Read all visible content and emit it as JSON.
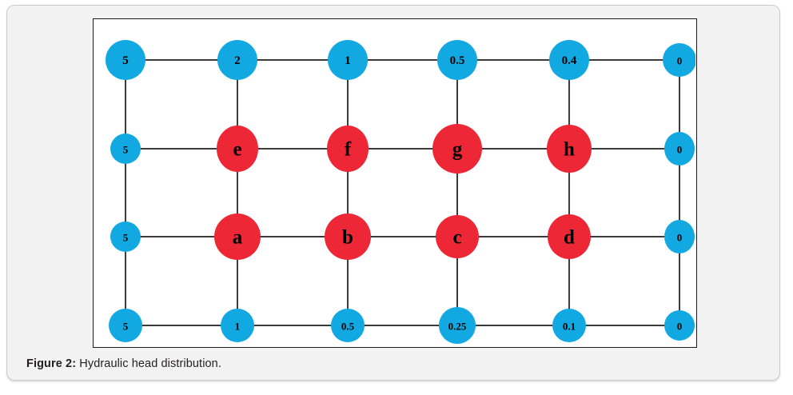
{
  "figure": {
    "caption_label": "Figure 2:",
    "caption_text": " Hydraulic head distribution."
  },
  "colors": {
    "blue_node": "#12a9e2",
    "red_node": "#ee2737",
    "edge": "#3b3b3b",
    "frame_border": "#1a1a1a",
    "card_background": "#f2f2f2",
    "plot_background": "#ffffff",
    "label_text": "#000000"
  },
  "diagram": {
    "type": "grid-network",
    "columns": 6,
    "rows": 4,
    "column_x": [
      40,
      180,
      318,
      455,
      595,
      733
    ],
    "row_y": [
      51,
      162,
      272,
      383
    ],
    "nodes": [
      {
        "id": "n-r0-c0",
        "row": 0,
        "col": 0,
        "label": "5",
        "color": "blue",
        "rx": 25,
        "ry": 25
      },
      {
        "id": "n-r0-c1",
        "row": 0,
        "col": 1,
        "label": "2",
        "color": "blue",
        "rx": 25,
        "ry": 25
      },
      {
        "id": "n-r0-c2",
        "row": 0,
        "col": 2,
        "label": "1",
        "color": "blue",
        "rx": 25,
        "ry": 25
      },
      {
        "id": "n-r0-c3",
        "row": 0,
        "col": 3,
        "label": "0.5",
        "color": "blue",
        "rx": 25,
        "ry": 25
      },
      {
        "id": "n-r0-c4",
        "row": 0,
        "col": 4,
        "label": "0.4",
        "color": "blue",
        "rx": 25,
        "ry": 25
      },
      {
        "id": "n-r0-c5",
        "row": 0,
        "col": 5,
        "label": "0",
        "color": "blue",
        "rx": 21,
        "ry": 21
      },
      {
        "id": "n-r1-c0",
        "row": 1,
        "col": 0,
        "label": "5",
        "color": "blue",
        "rx": 19,
        "ry": 19
      },
      {
        "id": "n-r1-c1",
        "row": 1,
        "col": 1,
        "label": "e",
        "color": "red",
        "rx": 26,
        "ry": 29
      },
      {
        "id": "n-r1-c2",
        "row": 1,
        "col": 2,
        "label": "f",
        "color": "red",
        "rx": 26,
        "ry": 29
      },
      {
        "id": "n-r1-c3",
        "row": 1,
        "col": 3,
        "label": "g",
        "color": "red",
        "rx": 31,
        "ry": 31
      },
      {
        "id": "n-r1-c4",
        "row": 1,
        "col": 4,
        "label": "h",
        "color": "red",
        "rx": 28,
        "ry": 30
      },
      {
        "id": "n-r1-c5",
        "row": 1,
        "col": 5,
        "label": "0",
        "color": "blue",
        "rx": 19,
        "ry": 21
      },
      {
        "id": "n-r2-c0",
        "row": 2,
        "col": 0,
        "label": "5",
        "color": "blue",
        "rx": 19,
        "ry": 19
      },
      {
        "id": "n-r2-c1",
        "row": 2,
        "col": 1,
        "label": "a",
        "color": "red",
        "rx": 29,
        "ry": 29
      },
      {
        "id": "n-r2-c2",
        "row": 2,
        "col": 2,
        "label": "b",
        "color": "red",
        "rx": 29,
        "ry": 29
      },
      {
        "id": "n-r2-c3",
        "row": 2,
        "col": 3,
        "label": "c",
        "color": "red",
        "rx": 27,
        "ry": 27
      },
      {
        "id": "n-r2-c4",
        "row": 2,
        "col": 4,
        "label": "d",
        "color": "red",
        "rx": 27,
        "ry": 28
      },
      {
        "id": "n-r2-c5",
        "row": 2,
        "col": 5,
        "label": "0",
        "color": "blue",
        "rx": 19,
        "ry": 21
      },
      {
        "id": "n-r3-c0",
        "row": 3,
        "col": 0,
        "label": "5",
        "color": "blue",
        "rx": 21,
        "ry": 21
      },
      {
        "id": "n-r3-c1",
        "row": 3,
        "col": 1,
        "label": "1",
        "color": "blue",
        "rx": 21,
        "ry": 21
      },
      {
        "id": "n-r3-c2",
        "row": 3,
        "col": 2,
        "label": "0.5",
        "color": "blue",
        "rx": 21,
        "ry": 21
      },
      {
        "id": "n-r3-c3",
        "row": 3,
        "col": 3,
        "label": "0.25",
        "color": "blue",
        "rx": 23,
        "ry": 23
      },
      {
        "id": "n-r3-c4",
        "row": 3,
        "col": 4,
        "label": "0.1",
        "color": "blue",
        "rx": 21,
        "ry": 21
      },
      {
        "id": "n-r3-c5",
        "row": 3,
        "col": 5,
        "label": "0",
        "color": "blue",
        "rx": 19,
        "ry": 19
      }
    ],
    "boundary_head_values": {
      "top_row": [
        "5",
        "2",
        "1",
        "0.5",
        "0.4",
        "0"
      ],
      "bottom_row": [
        "5",
        "1",
        "0.5",
        "0.25",
        "0.1",
        "0"
      ],
      "left_column": [
        "5",
        "5",
        "5",
        "5"
      ],
      "right_column": [
        "0",
        "0",
        "0",
        "0"
      ]
    },
    "unknown_nodes": [
      "a",
      "b",
      "c",
      "d",
      "e",
      "f",
      "g",
      "h"
    ]
  }
}
